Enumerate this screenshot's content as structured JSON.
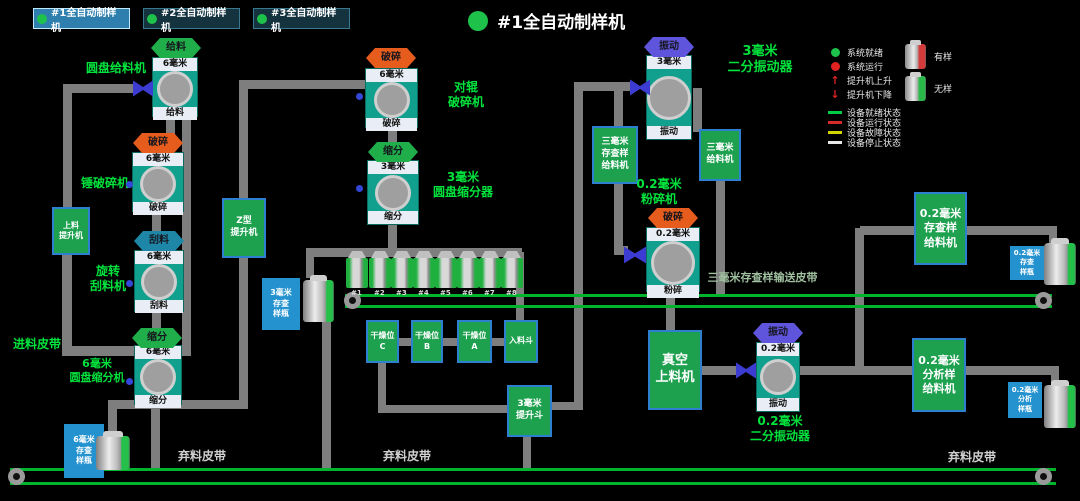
{
  "tabs": [
    {
      "label": "#1全自动制样机",
      "active": true
    },
    {
      "label": "#2全自动制样机",
      "active": false
    },
    {
      "label": "#3全自动制样机",
      "active": false
    }
  ],
  "title": "#1全自动制样机",
  "legend": {
    "status": [
      {
        "label": "系统就绪",
        "icon": "green-dot",
        "color": "#1ec24a"
      },
      {
        "label": "系统运行",
        "icon": "red-dot",
        "color": "#e02222"
      },
      {
        "label": "提升机上升",
        "icon": "red-arrow-up",
        "color": "#e02222"
      },
      {
        "label": "提升机下降",
        "icon": "red-arrow-down",
        "color": "#e02222"
      }
    ],
    "device_states": [
      {
        "label": "设备就绪状态",
        "color": "#00cc44"
      },
      {
        "label": "设备运行状态",
        "color": "#d42a2a"
      },
      {
        "label": "设备故障状态",
        "color": "#d4d400"
      },
      {
        "label": "设备停止状态",
        "color": "#e8e8e8"
      }
    ],
    "samples": [
      {
        "label": "有样",
        "stripe": "#d43a3a"
      },
      {
        "label": "无样",
        "stripe": "#2ab84a"
      }
    ]
  },
  "equipment": {
    "pan_feeder": {
      "badge": "给料",
      "state_color": "#1fae4a",
      "size": "6毫米",
      "footer": "给料",
      "label": "圆盘给料机"
    },
    "hammer_crusher": {
      "badge": "破碎",
      "state_color": "#e65c1c",
      "size": "6毫米",
      "footer": "破碎",
      "label": "锤破碎机"
    },
    "scraper": {
      "badge": "刮料",
      "state_color": "#1e87a8",
      "size": "6毫米",
      "footer": "刮料",
      "label": "旋转\n刮料机"
    },
    "divider6": {
      "badge": "缩分",
      "state_color": "#1fae4a",
      "size": "6毫米",
      "footer": "缩分",
      "label": "6毫米\n圆盘缩分机"
    },
    "roll_crusher": {
      "badge": "破碎",
      "state_color": "#e65c1c",
      "size": "6毫米",
      "footer": "破碎",
      "label": "对辊\n破碎机"
    },
    "divider3": {
      "badge": "缩分",
      "state_color": "#1fae4a",
      "size": "3毫米",
      "footer": "缩分",
      "label": "3毫米\n圆盘缩分器"
    },
    "vibrator3": {
      "badge": "振动",
      "state_color": "#5f55dc",
      "size": "3毫米",
      "footer": "振动",
      "label": "3毫米\n二分振动器"
    },
    "pulverizer": {
      "badge": "破碎",
      "state_color": "#e65c1c",
      "size": "0.2毫米",
      "footer": "粉碎",
      "label": "0.2毫米\n粉碎机"
    },
    "vibrator02": {
      "badge": "振动",
      "state_color": "#5f55dc",
      "size": "0.2毫米",
      "footer": "振动",
      "label": "0.2毫米\n二分振动器"
    }
  },
  "boxes": {
    "feed_hoist": "上料\n提升机",
    "z_hoist": "Z型\n提升机",
    "archive3_feeder": "三毫米\n存查样\n给料机",
    "feeder3": "三毫米\n给料机",
    "vacuum_loader": "真空\n上料机",
    "archive02_feeder": "0.2毫米\n存查样\n给料机",
    "analysis02_feeder": "0.2毫米\n分析样\n给料机",
    "dry_c": "干燥位\nC",
    "dry_b": "干燥位\nB",
    "dry_a": "干燥位\nA",
    "inlet_hopper": "入料斗",
    "lift3_bucket": "3毫米\n提升斗"
  },
  "bottle_labels": {
    "archive6": "6毫米\n存查\n样瓶",
    "archive3": "3毫米\n存查\n样瓶",
    "archive02": "0.2毫米\n存查\n样瓶",
    "analysis02": "0.2毫米\n分析\n样瓶"
  },
  "hoppers": [
    "#1",
    "#2",
    "#3",
    "#4",
    "#5",
    "#6",
    "#7",
    "#8"
  ],
  "belts": {
    "feed": "进料皮带",
    "archive3_conveyor": "三毫米存查样输送皮带",
    "discard": "弃料皮带"
  },
  "colors": {
    "background": "#000000",
    "equipment_body": "#12a08e",
    "green_box": "#1da14f",
    "box_border": "#2e7fd0",
    "blue_label_box": "#2492cf",
    "pipe": "#7e7e7e",
    "belt_line": "#00b42e",
    "label_green": "#00e23c",
    "tab_active": "#2f7fae",
    "tab_inactive": "#14333f",
    "ready_green": "#1ec24a",
    "fault_orange": "#e65c1c",
    "vibrate_purple": "#5f55dc",
    "scrape_teal": "#1e87a8"
  }
}
